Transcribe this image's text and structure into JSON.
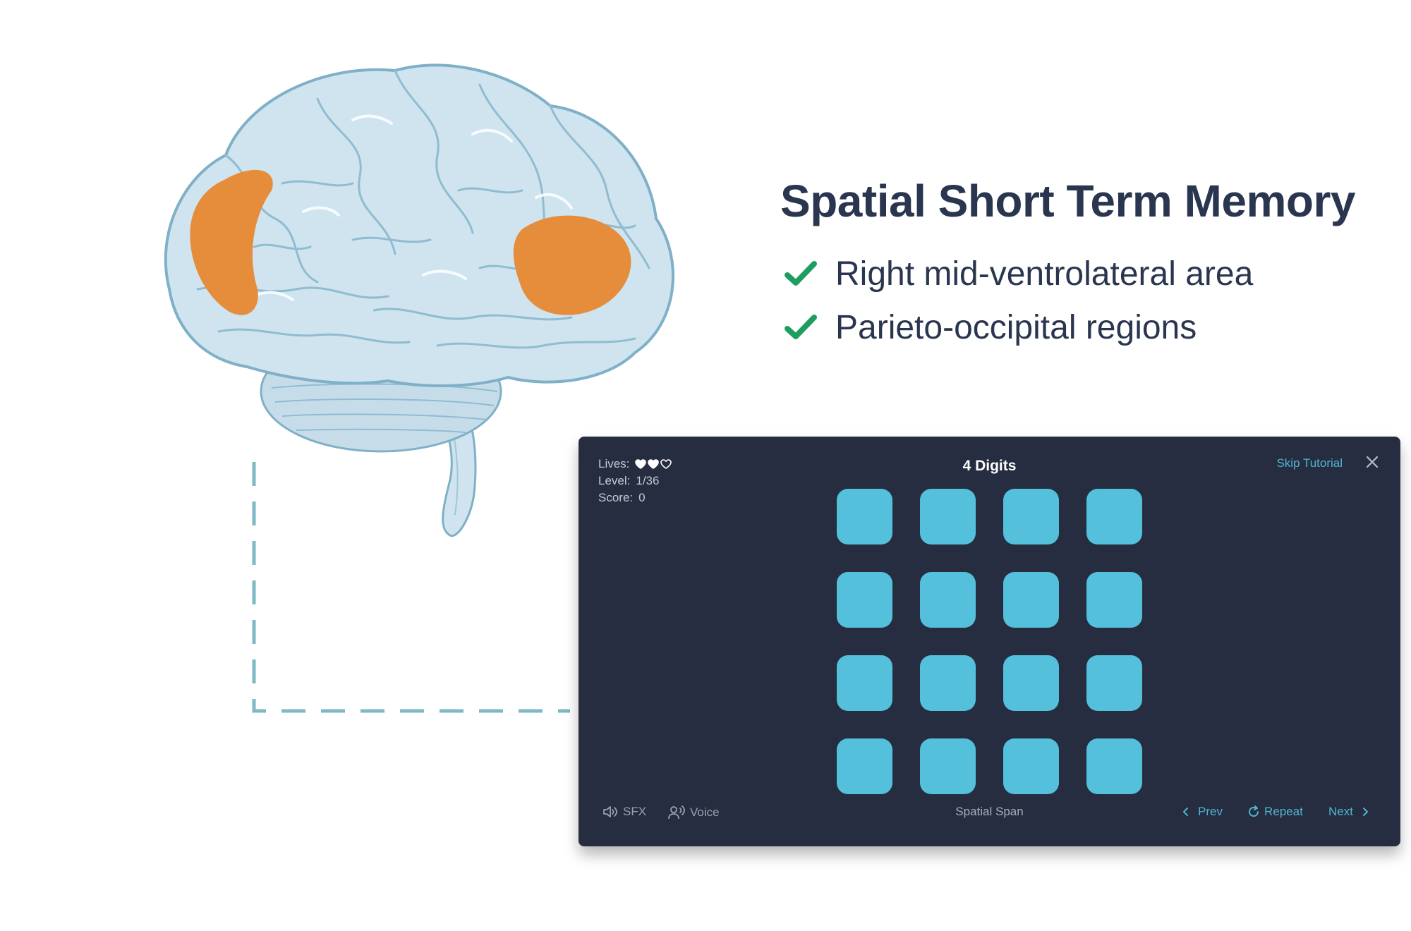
{
  "info": {
    "title": "Spatial Short Term Memory",
    "points": [
      "Right mid-ventrolateral area",
      "Parieto-occipital regions"
    ]
  },
  "colors": {
    "heading": "#2a3650",
    "check": "#1e9e5e",
    "brain_fill": "#cfe4ef",
    "brain_outline": "#7fb0c8",
    "highlight": "#e58d3b",
    "connector": "#7fb8c7",
    "panel_bg": "#262d40",
    "tile": "#54c0db",
    "accent": "#4fb6d1"
  },
  "game": {
    "lives_label": "Lives:",
    "lives_total": 3,
    "lives_filled": 2,
    "level_label": "Level:",
    "level_value": "1/36",
    "score_label": "Score:",
    "score_value": "0",
    "title": "4 Digits",
    "skip_label": "Skip Tutorial",
    "close_icon": "close-icon",
    "grid_rows": 4,
    "grid_cols": 4,
    "footer": {
      "sfx_label": "SFX",
      "voice_label": "Voice",
      "center_label": "Spatial Span",
      "prev_label": "Prev",
      "repeat_label": "Repeat",
      "next_label": "Next"
    }
  }
}
